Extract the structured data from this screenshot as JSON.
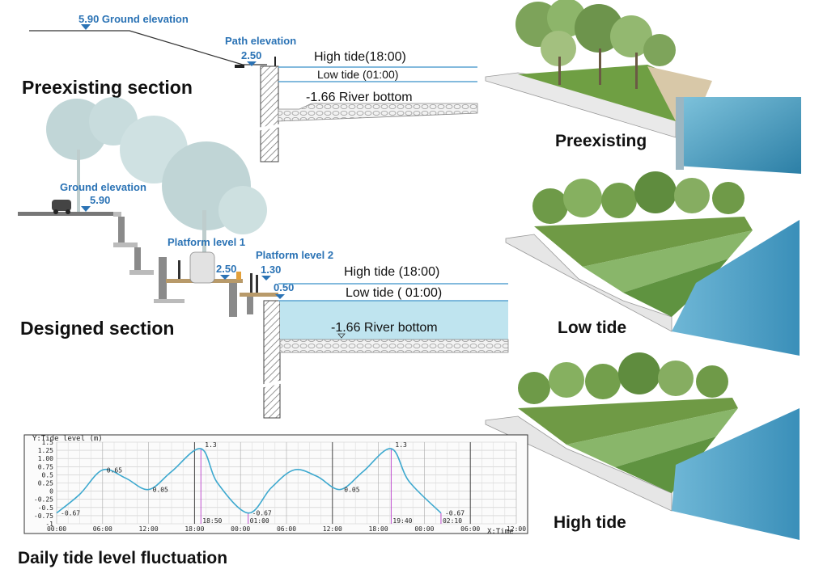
{
  "sections": {
    "preexisting": {
      "title": "Preexisting section",
      "ground_elevation": "5.90 Ground elevation",
      "path_elevation_label": "Path elevation",
      "path_elevation_value": "2.50",
      "high_tide": "High tide(18:00)",
      "low_tide": "Low tide (01:00)",
      "river_bottom": "-1.66 River bottom"
    },
    "designed": {
      "title": "Designed section",
      "ground_elevation_label": "Ground elevation",
      "ground_elevation_value": "5.90",
      "platform1_label": "Platform level 1",
      "platform1_value": "2.50",
      "platform2_label": "Platform level 2",
      "platform2_value": "1.30",
      "platform2_low": "0.50",
      "high_tide": "High tide  (18:00)",
      "low_tide": "Low tide  ( 01:00)",
      "river_bottom": "-1.66 River bottom"
    }
  },
  "views": {
    "preexisting": "Preexisting",
    "low_tide": "Low tide",
    "high_tide": "High tide"
  },
  "chart_title": "Daily tide level fluctuation",
  "colors": {
    "label_blue": "#2b73b5",
    "water_line": "#5aa3d2",
    "water_fill": "#bfe4ef",
    "tide_curve": "#3ea9cf",
    "marker": "#c04fd0"
  },
  "chart_data": {
    "type": "line",
    "ylabel": "Y:Tide level (m)",
    "xlabel": "X:Time",
    "ylim": [
      -1,
      1.5
    ],
    "yticks": [
      "1.5",
      "1.25",
      "1.00",
      "0.75",
      "0.5",
      "0.25",
      "0",
      "-0.25",
      "-0.5",
      "-0.75",
      "-1"
    ],
    "xticks": [
      "00:00",
      "06:00",
      "12:00",
      "18:00",
      "00:00",
      "06:00",
      "12:00",
      "18:00",
      "00:00",
      "06:00",
      "12:00"
    ],
    "grid": true,
    "series": [
      {
        "x": [
          0,
          3,
          6,
          9,
          12,
          15,
          18.83,
          21,
          25,
          28,
          31,
          34,
          37,
          40,
          43.67,
          46,
          50.17
        ],
        "y": [
          -0.67,
          -0.1,
          0.65,
          0.4,
          0.05,
          0.6,
          1.3,
          0.25,
          -0.67,
          0.1,
          0.65,
          0.45,
          0.05,
          0.6,
          1.3,
          0.3,
          -0.67
        ]
      }
    ],
    "annotations": [
      {
        "text": "-0.67",
        "x": 0,
        "y": -0.67
      },
      {
        "text": "0.65",
        "x": 6,
        "y": 0.65
      },
      {
        "text": "0.05",
        "x": 12,
        "y": 0.05
      },
      {
        "text": "1.3",
        "x": 18.83,
        "y": 1.3
      },
      {
        "text": "-0.67",
        "x": 25,
        "y": -0.67
      },
      {
        "text": "0.05",
        "x": 37,
        "y": 0.05
      },
      {
        "text": "1.3",
        "x": 43.67,
        "y": 1.3
      },
      {
        "text": "-0.67",
        "x": 50.17,
        "y": -0.67
      }
    ],
    "markers": [
      {
        "text": "18:50",
        "x": 18.83
      },
      {
        "text": "01:00",
        "x": 25
      },
      {
        "text": "19:40",
        "x": 43.67
      },
      {
        "text": "02:10",
        "x": 50.17
      }
    ]
  }
}
